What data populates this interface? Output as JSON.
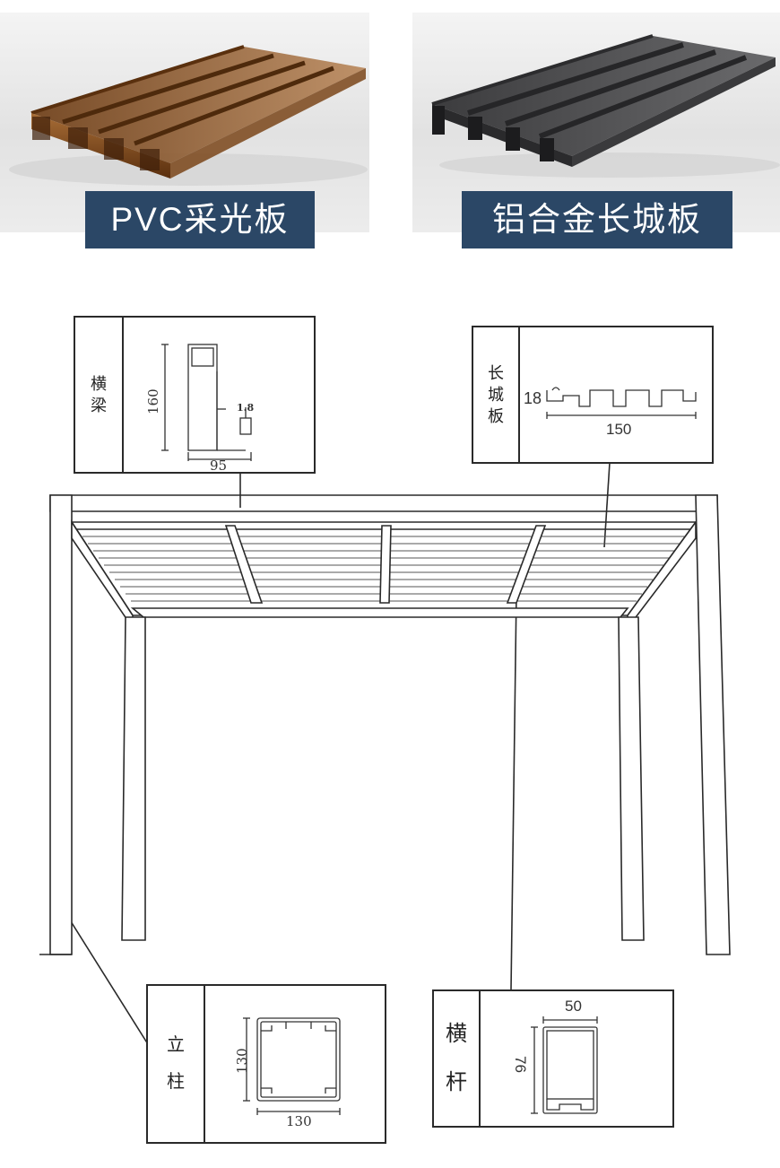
{
  "products": {
    "pvc": {
      "label": "PVC采光板",
      "color": "#8a4d1a"
    },
    "alu": {
      "label": "铝合金长城板",
      "color": "#4b4b4d"
    }
  },
  "callouts": {
    "beam": {
      "name": "横梁",
      "chars": [
        "横",
        "梁"
      ],
      "height": "160",
      "width": "95",
      "thickness": "1.8"
    },
    "panel": {
      "name": "长城板",
      "chars": [
        "长",
        "城",
        "板"
      ],
      "height": "18",
      "width": "150"
    },
    "column": {
      "name": "立柱",
      "chars": [
        "立",
        "柱"
      ],
      "height": "130",
      "width": "130"
    },
    "rail": {
      "name": "横杆",
      "chars": [
        "横",
        "杆"
      ],
      "height": "76",
      "width": "50"
    }
  },
  "colors": {
    "label_bg": "#2b4766",
    "line": "#2a2a2a"
  }
}
